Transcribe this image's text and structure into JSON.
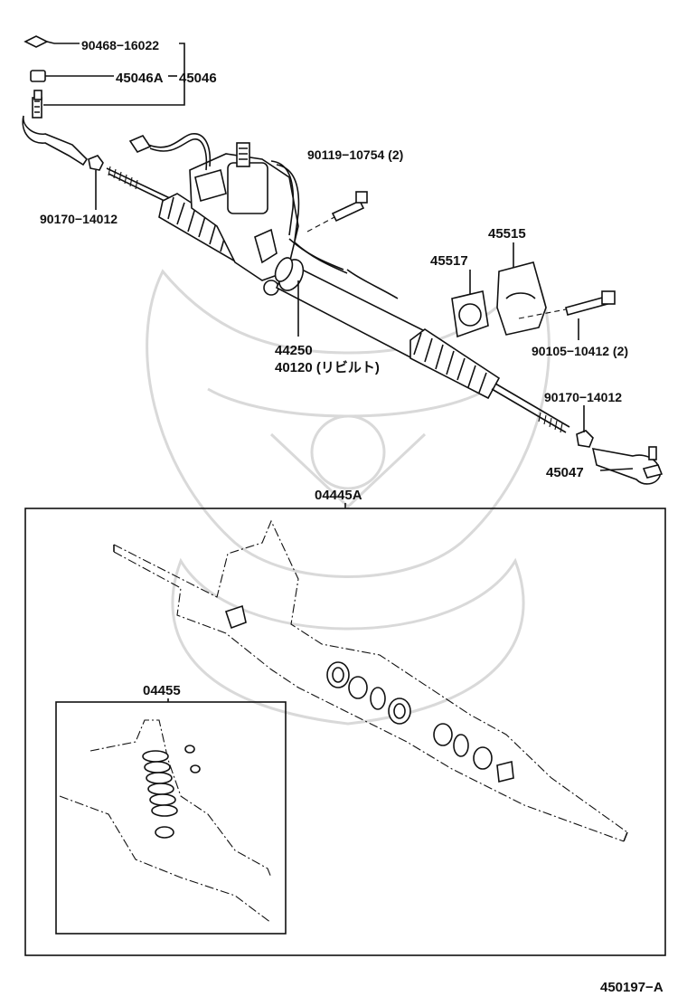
{
  "diagram_id": "450197−A",
  "labels": {
    "p90468": "90468−16022",
    "p45046a": "45046A",
    "p45046": "45046",
    "p90170_top": "90170−14012",
    "p90119": "90119−10754 (2)",
    "p45515": "45515",
    "p45517": "45517",
    "p44250": "44250",
    "p40120": "40120 (リビルト)",
    "p90105": "90105−10412 (2)",
    "p90170_right": "90170−14012",
    "p45047": "45047",
    "kit_main": "04445A",
    "kit_sub": "04455"
  }
}
